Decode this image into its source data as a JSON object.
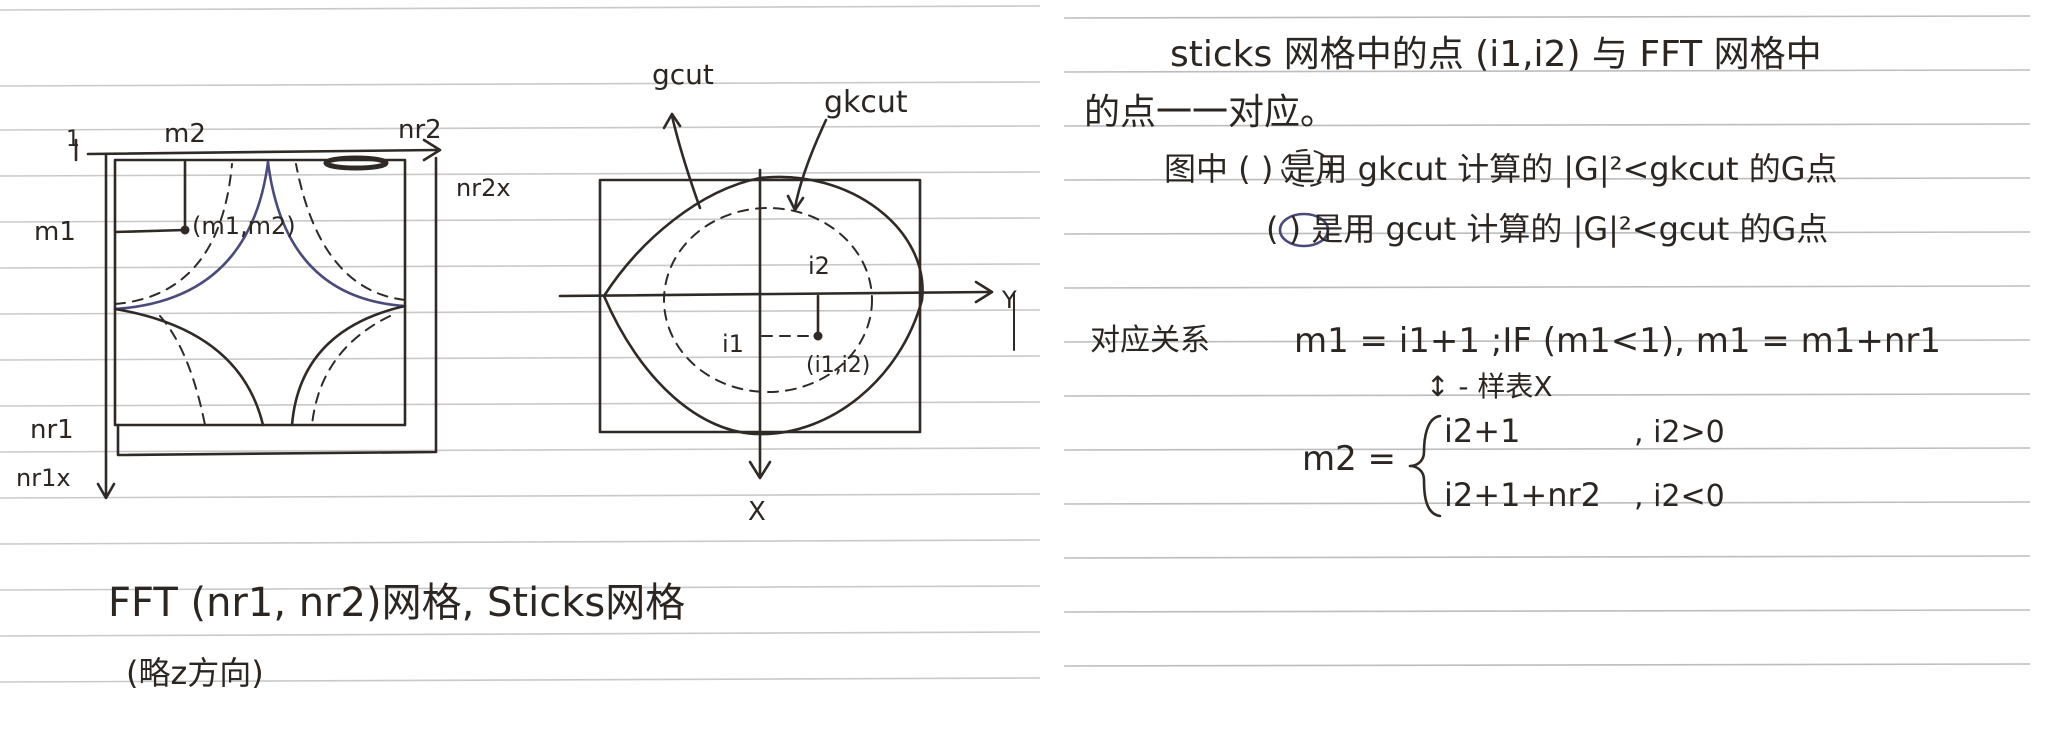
{
  "left_page": {
    "fft_grid": {
      "axis_left_tick": "1",
      "m2_label": "m2",
      "nr2_label": "nr2",
      "nr2x_label": "nr2x",
      "m1_label": "m1",
      "point_label": "(m1,m2)",
      "nr1_label": "nr1",
      "nr1x_label": "nr1x"
    },
    "sticks_grid": {
      "gcut_label": "gcut",
      "gkcut_label": "gkcut",
      "i2_label": "i2",
      "i1_label": "i1",
      "point_label": "(i1,i2)",
      "y_axis_label": "Y",
      "x_axis_label": "X"
    },
    "caption_line1": "FFT (nr1, nr2)网格, Sticks网格",
    "caption_line2": "(略z方向)"
  },
  "right_page": {
    "intro_line1": "sticks 网格中的点 (i1,i2) 与 FFT 网格中",
    "intro_line2": "的点一一对应。",
    "legend_dashed": "图中 (   ) 是用 gkcut 计算的 |G|²<gkcut 的G点",
    "legend_solid": "(   ) 是用 gcut 计算的 |G|²<gcut 的G点",
    "relation_label": "对应关系",
    "m1_formula": "m1 = i1+1 ;IF (m1<1), m1 = m1+nr1",
    "same_for_x": "↕ - 样表X",
    "m2_lhs": "m2 =",
    "m2_case1_expr": "i2+1",
    "m2_case1_cond": ", i2>0",
    "m2_case2_expr": "i2+1+nr2",
    "m2_case2_cond": ", i2<0"
  },
  "colors": {
    "ink": "#2f2a26",
    "blue_ink": "#4a4a7c",
    "rule_line": "#c9c9c9",
    "paper": "#ffffff"
  }
}
